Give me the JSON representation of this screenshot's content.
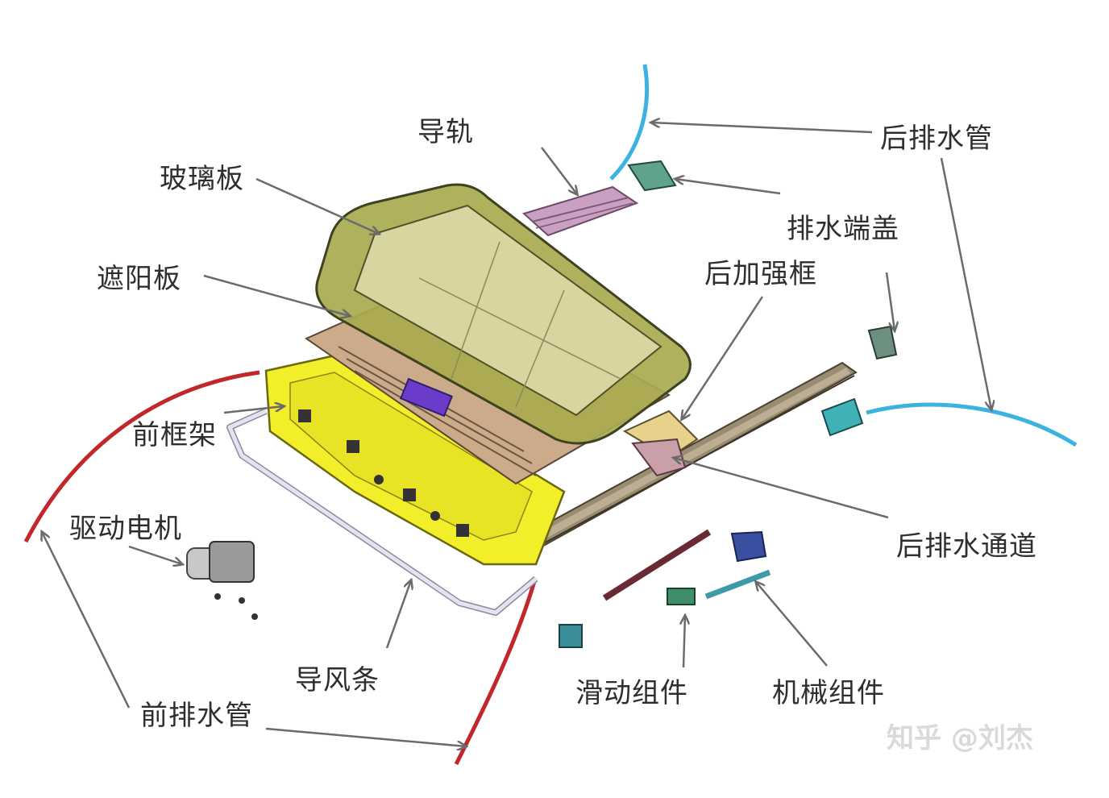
{
  "labels": {
    "guide_rail": "导轨",
    "rear_drain_pipe": "后排水管",
    "glass_panel": "玻璃板",
    "drain_end_cap": "排水端盖",
    "sunshade": "遮阳板",
    "rear_reinforcement_frame": "后加强框",
    "front_frame": "前框架",
    "drive_motor": "驱动电机",
    "rear_drain_channel": "后排水通道",
    "wind_deflector": "导风条",
    "sliding_assembly": "滑动组件",
    "mechanical_assembly": "机械组件",
    "front_drain_pipe": "前排水管"
  },
  "watermark": "知乎 @刘杰",
  "colors": {
    "label_text": "#2e2e2e",
    "leader_line": "#6b6b6b",
    "front_drain_pipe": "#c0282c",
    "rear_drain_pipe": "#3bb3e0",
    "glass_frame": "#a9aa4f",
    "glass_center": "#d8d3a0",
    "front_frame": "#f2ee2a",
    "sunshade": "#c8a98a",
    "guide_rail": "#b08aa6",
    "side_rail": "#8e8068",
    "drain_end_cap": "#5fa38a",
    "drive_motor": "#b8b8b8",
    "wind_deflector": "#d5d6e6",
    "mechanical_assembly": "#3a4fa0",
    "sliding_assembly": "#3f8f6a",
    "purple_bracket": "#6a3cc9"
  },
  "icons": [
    "arrow-icon"
  ]
}
